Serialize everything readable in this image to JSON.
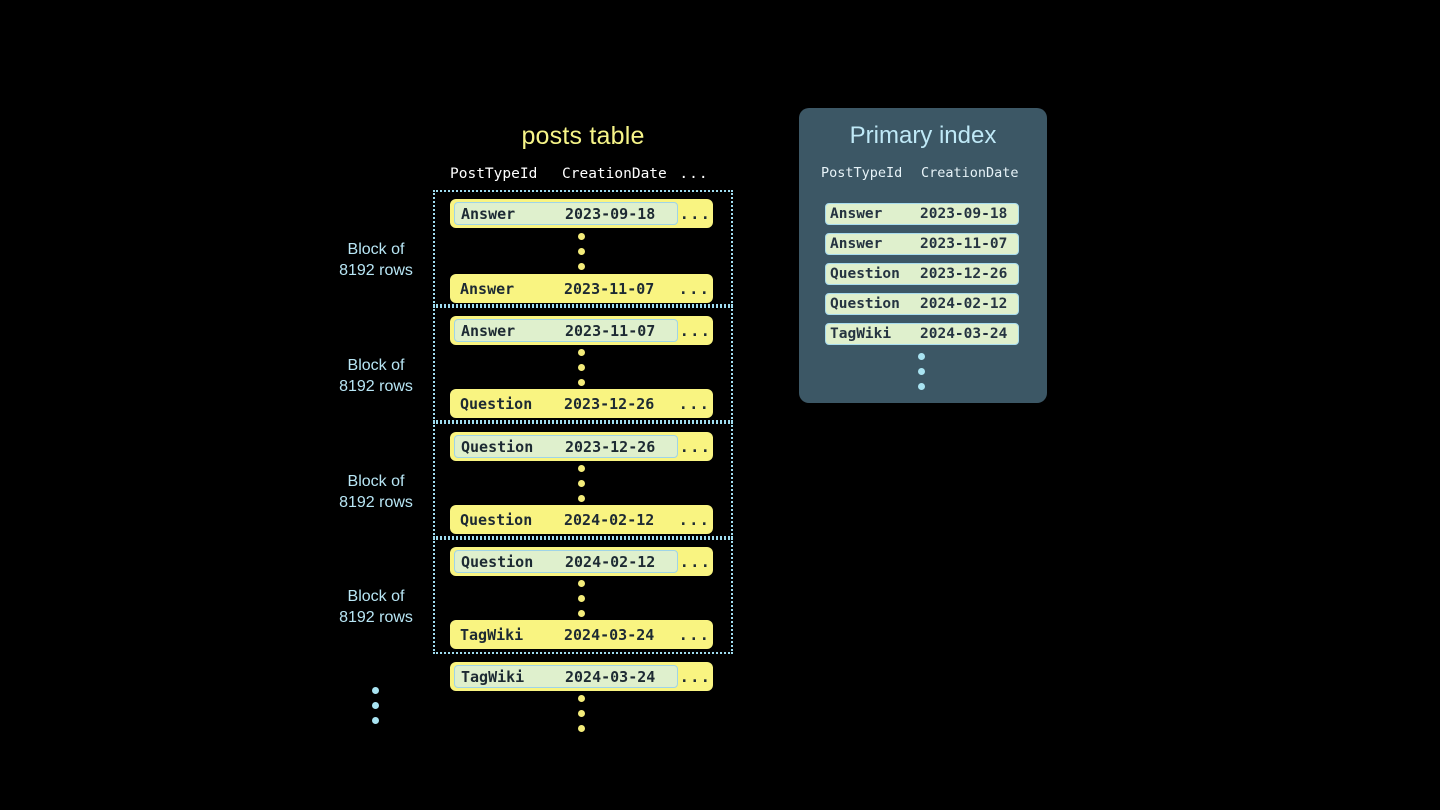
{
  "posts_table": {
    "title": "posts table",
    "columns": [
      "PostTypeId",
      "CreationDate",
      "..."
    ],
    "blocks": [
      {
        "label_line1": "Block of",
        "label_line2": "8192 rows",
        "first_row": {
          "type": "Answer",
          "date": "2023-09-18",
          "more": "...",
          "highlighted": true
        },
        "last_row": {
          "type": "Answer",
          "date": "2023-11-07",
          "more": "...",
          "highlighted": false
        }
      },
      {
        "label_line1": "Block of",
        "label_line2": "8192 rows",
        "first_row": {
          "type": "Answer",
          "date": "2023-11-07",
          "more": "...",
          "highlighted": true
        },
        "last_row": {
          "type": "Question",
          "date": "2023-12-26",
          "more": "...",
          "highlighted": false
        }
      },
      {
        "label_line1": "Block of",
        "label_line2": "8192 rows",
        "first_row": {
          "type": "Question",
          "date": "2023-12-26",
          "more": "...",
          "highlighted": true
        },
        "last_row": {
          "type": "Question",
          "date": "2024-02-12",
          "more": "...",
          "highlighted": false
        }
      },
      {
        "label_line1": "Block of",
        "label_line2": "8192 rows",
        "first_row": {
          "type": "Question",
          "date": "2024-02-12",
          "more": "...",
          "highlighted": true
        },
        "last_row": {
          "type": "TagWiki",
          "date": "2024-03-24",
          "more": "...",
          "highlighted": false
        }
      }
    ],
    "trailing_row": {
      "type": "TagWiki",
      "date": "2024-03-24",
      "more": "...",
      "highlighted": true
    }
  },
  "primary_index": {
    "title": "Primary index",
    "columns": [
      "PostTypeId",
      "CreationDate"
    ],
    "rows": [
      {
        "type": "Answer",
        "date": "2023-09-18"
      },
      {
        "type": "Answer",
        "date": "2023-11-07"
      },
      {
        "type": "Question",
        "date": "2023-12-26"
      },
      {
        "type": "Question",
        "date": "2024-02-12"
      },
      {
        "type": "TagWiki",
        "date": "2024-03-24"
      }
    ]
  },
  "colors": {
    "background": "#000000",
    "row_yellow": "#f9f481",
    "highlight_green": "#dff0cd",
    "accent_blue": "#a9e4f2",
    "panel_slate": "#3c5765",
    "title_yellow": "#f7f588"
  }
}
